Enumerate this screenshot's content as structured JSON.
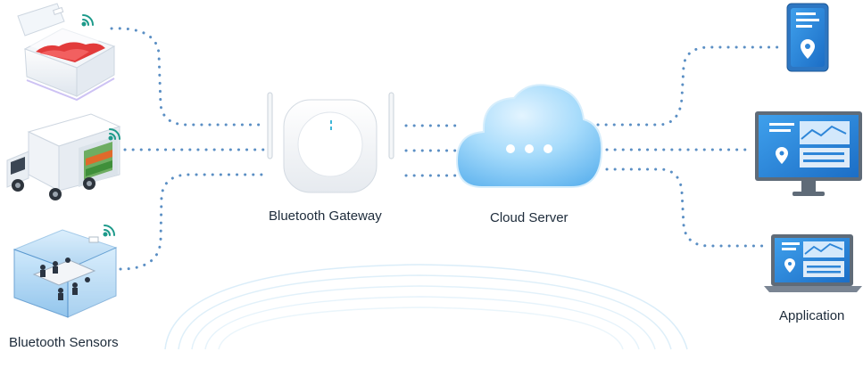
{
  "labels": {
    "sensors": "Bluetooth Sensors",
    "gateway": "Bluetooth Gateway",
    "cloud": "Cloud Server",
    "application": "Application"
  },
  "sensor_items": [
    "cold-chain-box",
    "refrigerated-truck",
    "meeting-room"
  ],
  "app_items": [
    "phone",
    "monitor",
    "laptop"
  ],
  "colors": {
    "dot": "#5b8fc4",
    "cloud": "#8fd0f6",
    "screen": "#2e86d8",
    "text": "#1d2b3a"
  }
}
